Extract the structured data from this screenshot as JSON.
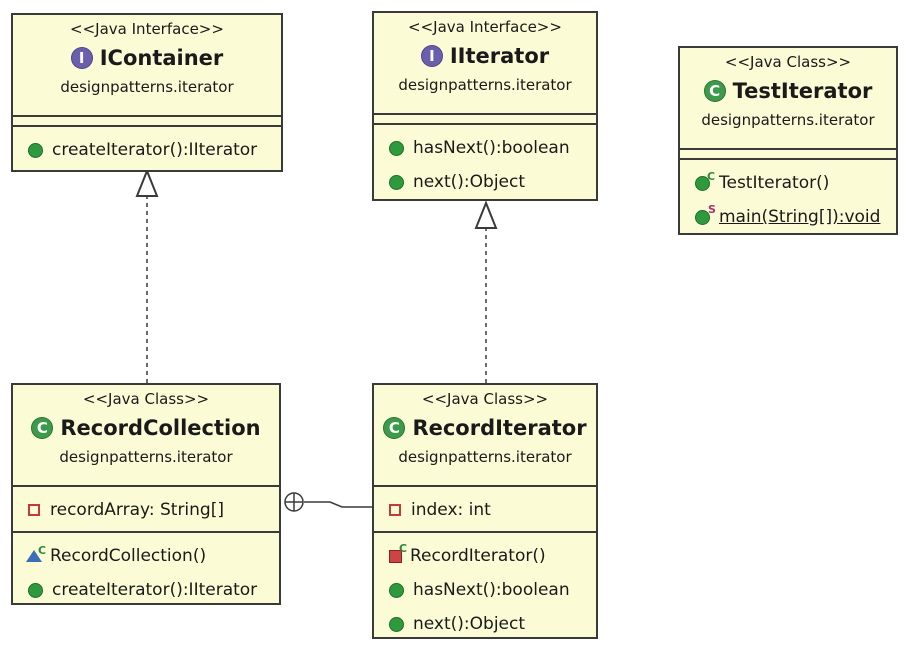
{
  "diagram": {
    "classes": {
      "icontainer": {
        "stereotype": "<<Java Interface>>",
        "badge": "I",
        "name": "IContainer",
        "package": "designpatterns.iterator",
        "attributes": [],
        "methods": [
          {
            "visibility": "public",
            "text": "createIterator():IIterator"
          }
        ]
      },
      "iiterator": {
        "stereotype": "<<Java Interface>>",
        "badge": "I",
        "name": "IIterator",
        "package": "designpatterns.iterator",
        "attributes": [],
        "methods": [
          {
            "visibility": "public",
            "text": "hasNext():boolean"
          },
          {
            "visibility": "public",
            "text": "next():Object"
          }
        ]
      },
      "testiterator": {
        "stereotype": "<<Java Class>>",
        "badge": "C",
        "name": "TestIterator",
        "package": "designpatterns.iterator",
        "attributes": [],
        "methods": [
          {
            "visibility": "public",
            "modifier": "C",
            "text": "TestIterator()"
          },
          {
            "visibility": "public",
            "modifier": "S",
            "text": "main(String[]):void"
          }
        ]
      },
      "recordcollection": {
        "stereotype": "<<Java Class>>",
        "badge": "C",
        "name": "RecordCollection",
        "package": "designpatterns.iterator",
        "attributes": [
          {
            "visibility": "private",
            "text": "recordArray: String[]"
          }
        ],
        "methods": [
          {
            "visibility": "package",
            "modifier": "C",
            "text": "RecordCollection()"
          },
          {
            "visibility": "public",
            "text": "createIterator():IIterator"
          }
        ]
      },
      "recorditerator": {
        "stereotype": "<<Java Class>>",
        "badge": "C",
        "name": "RecordIterator",
        "package": "designpatterns.iterator",
        "attributes": [
          {
            "visibility": "private",
            "text": "index: int"
          }
        ],
        "methods": [
          {
            "visibility": "private",
            "modifier": "C",
            "text": "RecordIterator()"
          },
          {
            "visibility": "public",
            "text": "hasNext():boolean"
          },
          {
            "visibility": "public",
            "text": "next():Object"
          }
        ]
      }
    },
    "relations": [
      {
        "type": "realization",
        "from": "RecordCollection",
        "to": "IContainer"
      },
      {
        "type": "realization",
        "from": "RecordIterator",
        "to": "IIterator"
      },
      {
        "type": "nesting",
        "from": "RecordCollection",
        "to": "RecordIterator"
      }
    ]
  }
}
